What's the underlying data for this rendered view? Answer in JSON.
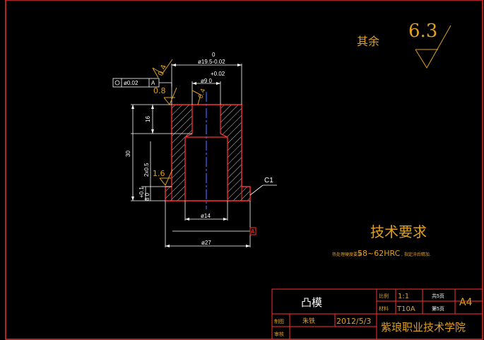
{
  "roughness": {
    "others_label": "其余",
    "others_value": "6.3",
    "bore_top_value": "0.4",
    "top_face_value": "0.8",
    "left_face_value": "1.6",
    "bore_upper_value": "0.4"
  },
  "dimensions": {
    "top_dia_tol_upper": "0",
    "top_dia": "ø19.5-0.02",
    "bore_dia_tol_upper": "+0.02",
    "bore_dia": "ø9  0",
    "height_16": "16",
    "height_30": "30",
    "chamfer": "2x0.5",
    "flange_tol": "+0.1",
    "flange_h": "8  0",
    "bottom_bore_dia": "ø14",
    "outer_dia": "ø27",
    "chamfer_c1": "C1",
    "runout_value": "ø0.02",
    "runout_ref": "A",
    "datum": "A"
  },
  "tech_requirements": {
    "title": "技术要求",
    "text_prefix": "热处理硬度要求",
    "hardness": "58~62HRC",
    "text_suffix": ", 指定淬后精加."
  },
  "title_block": {
    "part_name": "凸模",
    "scale_label": "比例",
    "scale_value": "1:1",
    "sheets_total": "共5页",
    "paper_size": "A4",
    "material_label": "材料",
    "material_value": "T10A",
    "sheet_no": "第5页",
    "drawn_label": "制图",
    "drawn_by": "朱铁",
    "date": "2012/5/3",
    "school": "紫琅职业技术学院",
    "check_label": "审核"
  },
  "colors": {
    "background": "#000000",
    "frame": "#ff3030",
    "outline": "#ff3030",
    "dimension": "#ffffff",
    "annotation": "#e0a020",
    "centerline": "#3a6cff"
  }
}
